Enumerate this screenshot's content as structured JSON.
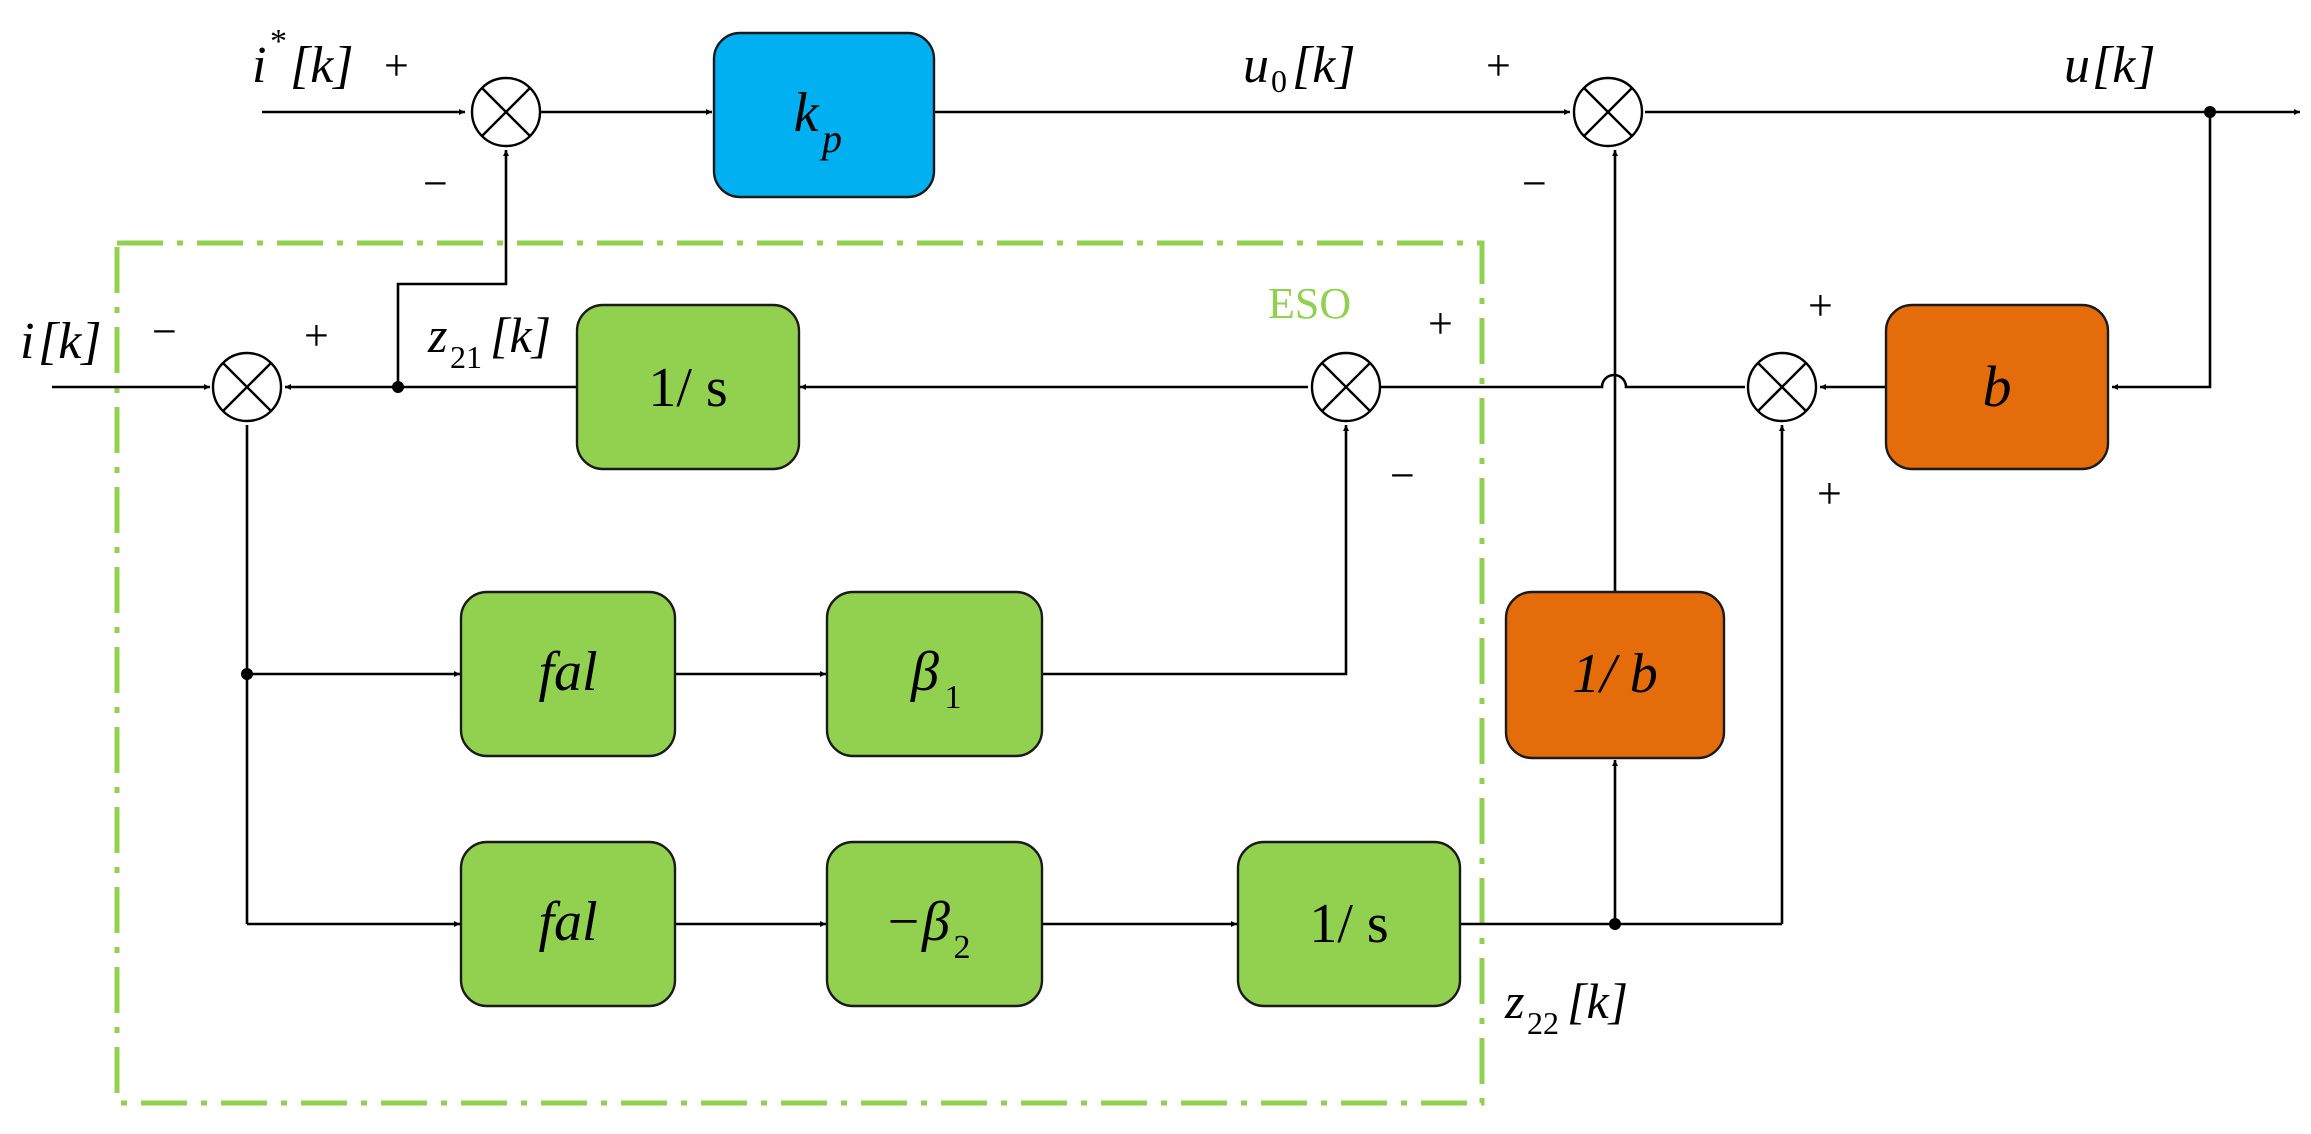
{
  "colors": {
    "green": "#92D050",
    "blue": "#00B0F0",
    "orange": "#E46C0A",
    "eso_border": "#92D050",
    "line": "#000000"
  },
  "eso": {
    "label": "ESO"
  },
  "blocks": {
    "kp": {
      "base": "k",
      "sub": "p"
    },
    "int1": {
      "text": "1/ s"
    },
    "fal1": {
      "text": "fal"
    },
    "beta1": {
      "base": "β",
      "sub": "1"
    },
    "fal2": {
      "text": "fal"
    },
    "beta2": {
      "base": "−β",
      "sub": "2"
    },
    "int2": {
      "text": "1/ s"
    },
    "inv_b": {
      "text": "1/ b"
    },
    "b": {
      "text": "b"
    }
  },
  "signals": {
    "i_ref": {
      "base": "i",
      "sup": "*",
      "idx": "[k]"
    },
    "i": {
      "base": "i",
      "idx": "[k]"
    },
    "u0": {
      "base": "u",
      "sub": "0",
      "idx": "[k]"
    },
    "u": {
      "base": "u",
      "idx": "[k]"
    },
    "z21": {
      "base": "z",
      "sub": "21",
      "idx": "[k]"
    },
    "z22": {
      "base": "z",
      "sub": "22",
      "idx": "[k]"
    }
  },
  "signs": {
    "s1_top": "+",
    "s1_bottom": "−",
    "s2_top": "+",
    "s2_bottom": "−",
    "s3_left": "−",
    "s3_right": "+",
    "s4_top": "+",
    "s4_bottom": "−",
    "s5_top": "+",
    "s5_bottom": "+"
  }
}
